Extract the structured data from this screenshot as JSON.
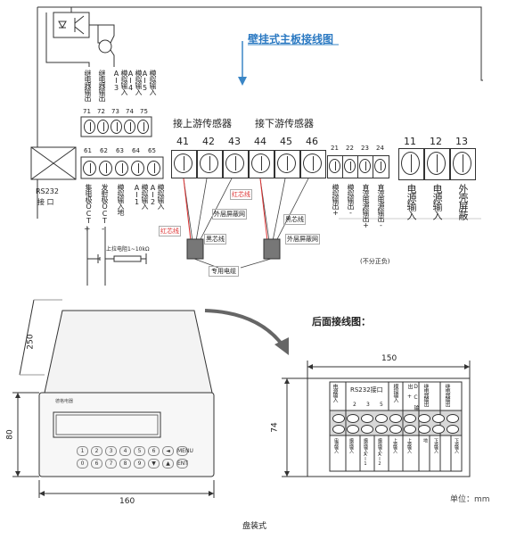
{
  "top": {
    "title": "壁挂式主板接线图",
    "upstream": "接上游传感器",
    "downstream": "接下游传感器",
    "red_core_a": "红芯线",
    "red_core_b": "红芯线",
    "black_core_a": "黑芯线",
    "black_core_b": "黑芯线",
    "shield_a": "外层屏蔽网",
    "shield_b": "外层屏蔽网",
    "cable": "专用电缆",
    "nonpolar": "(不分正负)",
    "rs232": "RS232",
    "rs232_port": "接  口",
    "pullup": "上拉电阻1~10kΩ",
    "plus": "+",
    "minus": "-",
    "upper_cols": [
      {
        "label": "继电器输出",
        "num": "71"
      },
      {
        "label": "继电器输出",
        "num": "72"
      },
      {
        "label": "模拟输入AI3",
        "num": "73"
      },
      {
        "label": "模拟输入AI4",
        "num": "74"
      },
      {
        "label": "模拟输入AI5",
        "num": "75"
      }
    ],
    "mid_nums": [
      "61",
      "62",
      "63",
      "64",
      "65"
    ],
    "mid_labels": [
      "集电极OCT",
      "发射极OCT",
      "模拟输入地",
      "模拟输入AI1",
      "模拟输入AI2"
    ],
    "sensor_nums": [
      "41",
      "42",
      "43",
      "44",
      "45",
      "46"
    ],
    "small_nums": [
      "21",
      "22",
      "23",
      "24"
    ],
    "small_labels": [
      "模拟输出+",
      "模拟输出-",
      "直流电源输出+",
      "直流电源输出-"
    ],
    "big_nums": [
      "11",
      "12",
      "13"
    ],
    "big_labels": [
      "电源输入",
      "电源输入",
      "外壳屏蔽"
    ]
  },
  "bottom": {
    "rear_title": "后面接线图：",
    "dim_150": "150",
    "dim_74": "74",
    "dim_250": "250",
    "dim_80": "80",
    "dim_160": "160",
    "unit": "单位：mm",
    "caption": "盘装式",
    "brand": "德格电器",
    "keys_row1": [
      "1",
      "2",
      "3",
      "4",
      "5",
      "6",
      "◄",
      "MENU"
    ],
    "keys_row2": [
      "0",
      "6",
      "7",
      "8",
      "9",
      "▼",
      "▲",
      "ENT"
    ],
    "rear_top_labels": [
      "电源输入",
      "RS232接口",
      "模拟输入",
      "D C 输出 +",
      "继电器输出",
      "继电器输出"
    ],
    "rear_port_nums": [
      "2",
      "3",
      "5"
    ],
    "rear_bottom_labels": [
      "电源输入",
      "模拟输入",
      "模拟输入AI1",
      "模拟输入AI2",
      "上游输入",
      "上游输入",
      "地",
      "下游输入",
      "下游输入"
    ]
  }
}
